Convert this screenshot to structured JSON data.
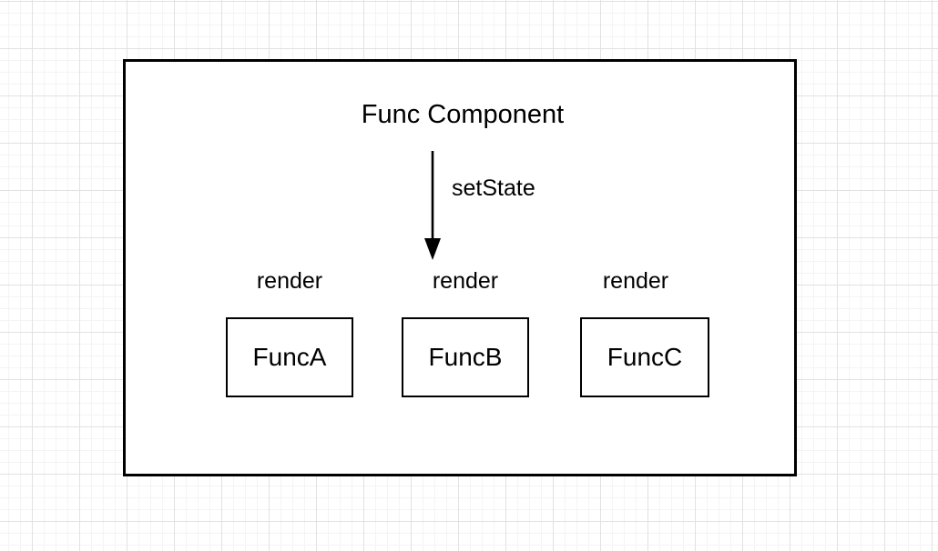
{
  "diagram": {
    "title": "Func Component",
    "arrow": {
      "label": "setState",
      "icon": "arrow-down-icon",
      "direction": "down",
      "color": "#000000"
    },
    "columns": [
      {
        "edge_label": "render",
        "node_label": "FuncA"
      },
      {
        "edge_label": "render",
        "node_label": "FuncB"
      },
      {
        "edge_label": "render",
        "node_label": "FuncC"
      }
    ],
    "colors": {
      "stroke": "#000000",
      "fill": "#ffffff",
      "grid_minor": "#f4f4f4",
      "grid_major": "#e2e2e2"
    }
  }
}
